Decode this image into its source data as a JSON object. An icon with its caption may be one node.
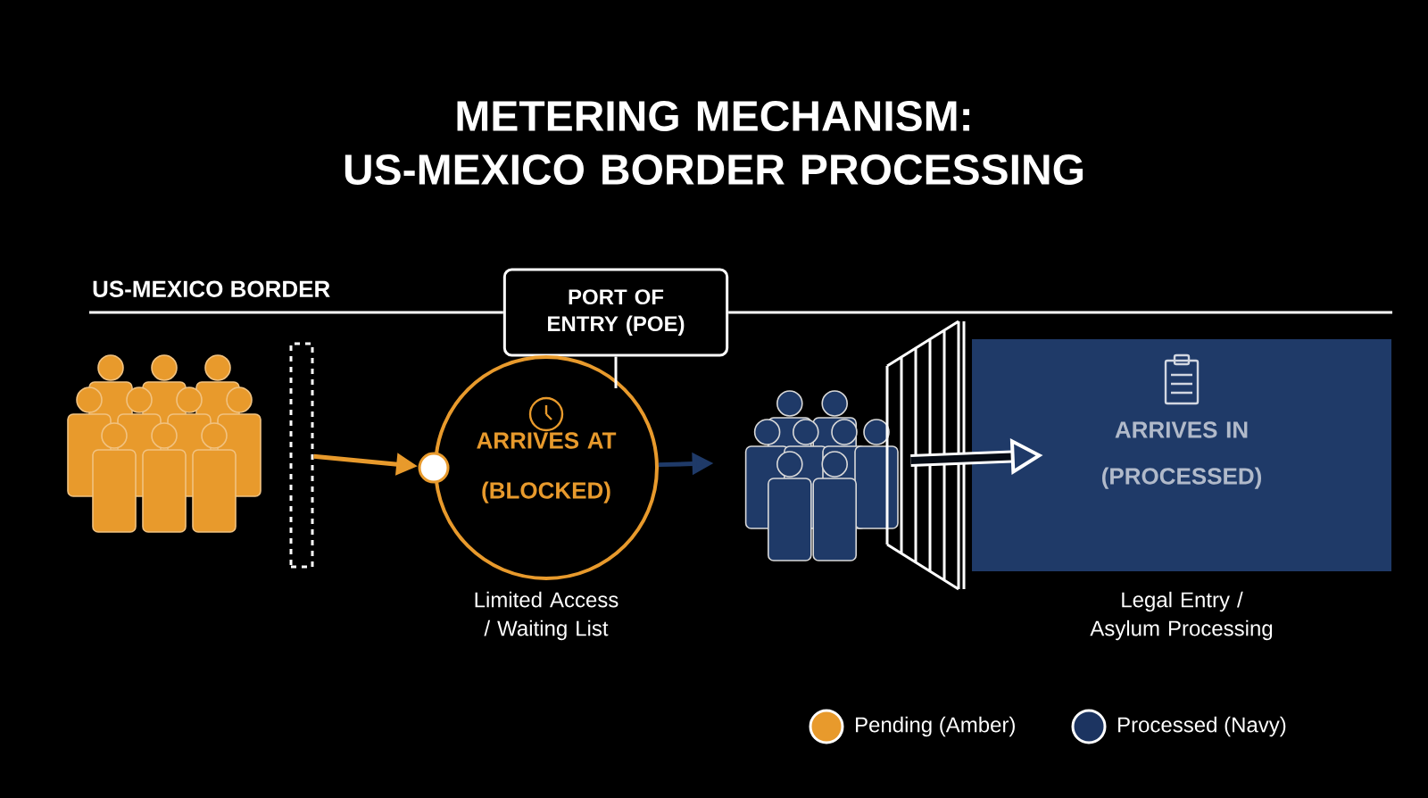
{
  "diagram": {
    "title": "METERING MECHANISM: US-MEXICO BORDER PROCESSING",
    "nodes": [
      {
        "text": [],
        "shape": "person"
      },
      {
        "text": [],
        "shape": "box"
      },
      {
        "text": [
          "PORT OF ENTRY (POE)"
        ]
      },
      {
        "text": [
          "ARRIVES AT (BLOCKED)"
        ],
        "beside": [
          "Limited Access / Waiting List"
        ]
      },
      {
        "text": [],
        "shape": "person"
      },
      {
        "text": [
          "ARRIVES IN (PROCESSED)"
        ],
        "beside": [
          "Legal Entry / Asylum Processing"
        ]
      }
    ],
    "edges": [
      {
        "from": 1,
        "to": 3,
        "arrow": "to",
        "color": "#e89a2c"
      },
      {
        "from": 2,
        "to": 3,
        "arrow": "none"
      },
      {
        "from": 3,
        "to": 4,
        "arrow": "to",
        "color": "#1f3a68"
      },
      {
        "from": 4,
        "to": 5,
        "arrow": "to",
        "style": "thick"
      }
    ],
    "labels": [
      "US-MEXICO BORDER"
    ],
    "legend": [
      {
        "text": "Pending (Amber)",
        "color": "#e89a2c"
      },
      {
        "text": "Processed (Navy)",
        "color": "#1c3461"
      }
    ]
  }
}
